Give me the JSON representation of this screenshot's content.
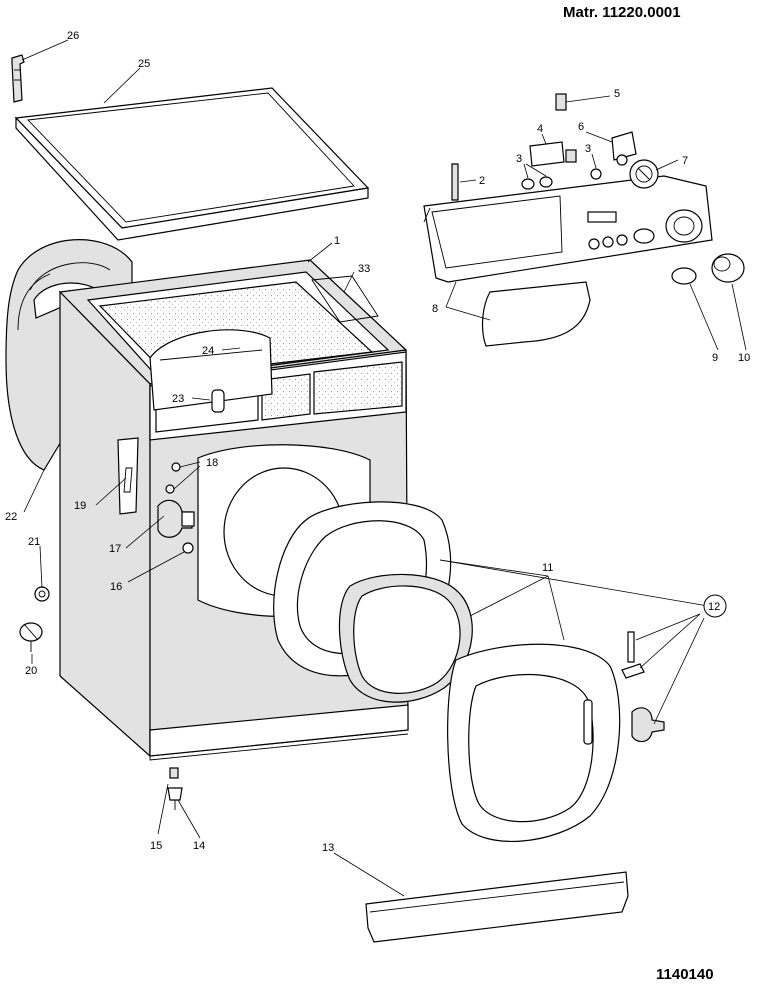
{
  "header": {
    "matr": "Matr. 11220.0001",
    "code": "1140140"
  },
  "callouts": {
    "c1": "1",
    "c2": "2",
    "c3a": "3",
    "c3b": "3",
    "c4": "4",
    "c5": "5",
    "c6": "6",
    "c7": "7",
    "c8": "8",
    "c9": "9",
    "c10": "10",
    "c11": "11",
    "c12": "12",
    "c13": "13",
    "c14": "14",
    "c15": "15",
    "c16": "16",
    "c17": "17",
    "c18": "18",
    "c19": "19",
    "c20": "20",
    "c21": "21",
    "c22": "22",
    "c23": "23",
    "c24": "24",
    "c25": "25",
    "c26": "26",
    "c33": "33"
  }
}
